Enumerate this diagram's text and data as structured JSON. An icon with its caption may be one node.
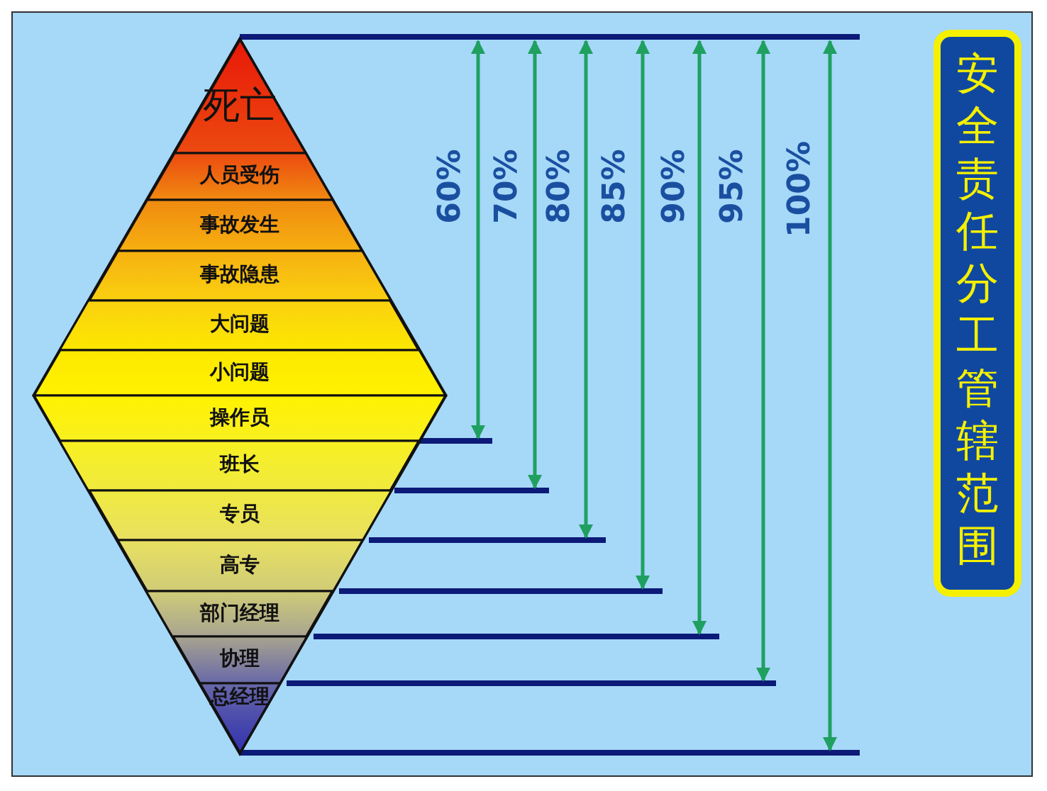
{
  "diagram": {
    "title": "安全责任分工管辖范围",
    "nodes": [
      {
        "text": [
          "死亡"
        ]
      },
      {
        "text": [
          "人员受伤"
        ]
      },
      {
        "text": [
          "事故发生"
        ]
      },
      {
        "text": [
          "事故隐患"
        ]
      },
      {
        "text": [
          "大问题"
        ]
      },
      {
        "text": [
          "小问题"
        ]
      },
      {
        "text": [
          "操作员"
        ]
      },
      {
        "text": [
          "班长"
        ]
      },
      {
        "text": [
          "专员"
        ]
      },
      {
        "text": [
          "高专"
        ]
      },
      {
        "text": [
          "部门经理"
        ]
      },
      {
        "text": [
          "协理"
        ]
      },
      {
        "text": [
          "总经理"
        ]
      }
    ],
    "labels": [
      "60%",
      "70%",
      "80%",
      "85%",
      "90%",
      "95%",
      "100%"
    ]
  }
}
